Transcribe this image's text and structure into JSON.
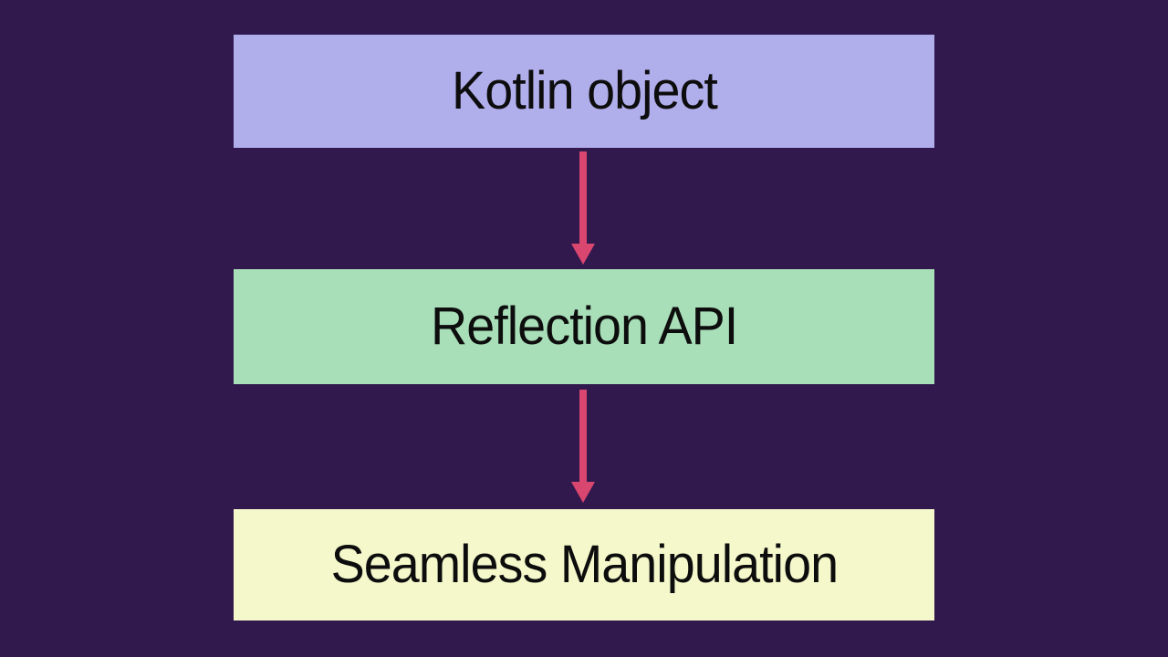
{
  "page": {
    "background_color": "#31194e",
    "arrow_color": "#d9466f",
    "text_color": "#0d0d0d"
  },
  "diagram": {
    "type": "flowchart-vertical",
    "nodes": [
      {
        "id": "kotlin-object",
        "label": "Kotlin object",
        "bg_color": "#b1aeec"
      },
      {
        "id": "reflection-api",
        "label": "Reflection API",
        "bg_color": "#a8deb8"
      },
      {
        "id": "seamless-manipulation",
        "label": "Seamless Manipulation",
        "bg_color": "#f5f8cb"
      }
    ],
    "edges": [
      {
        "from": "kotlin-object",
        "to": "reflection-api",
        "direction": "down"
      },
      {
        "from": "reflection-api",
        "to": "seamless-manipulation",
        "direction": "down"
      }
    ]
  }
}
